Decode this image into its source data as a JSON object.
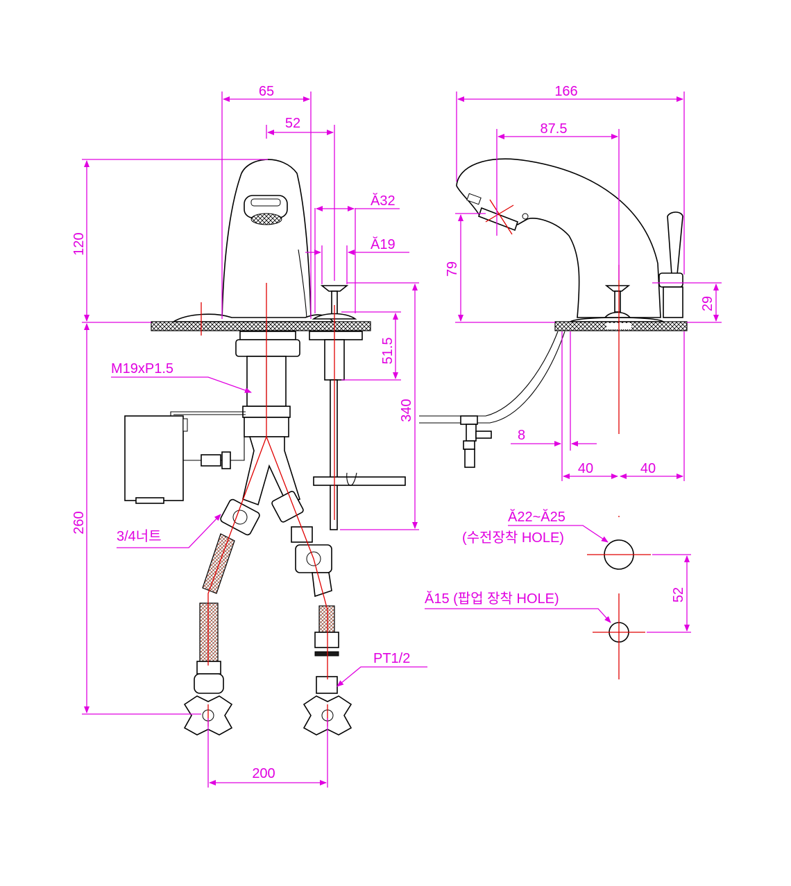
{
  "dimensions": {
    "front_width": "65",
    "front_spout_offset": "52",
    "front_height": "120",
    "popup_rod_dia": "Ă32",
    "popup_knob_dia": "Ă19",
    "shank_length": "51.5",
    "popup_length": "340",
    "below_deck_length": "260",
    "hose_spacing": "200",
    "side_reach": "166",
    "side_spout_reach": "87.5",
    "side_spout_height": "79",
    "lever_height": "29",
    "hose_offset": "8",
    "side_left_40": "40",
    "side_right_40": "40",
    "hole_spacing": "52"
  },
  "labels": {
    "thread": "M19xP1.5",
    "nut": "3/4너트",
    "pipe_thread": "PT1/2",
    "faucet_hole_line1": "Ă22~Ă25",
    "faucet_hole_line2": "(수전장착 HOLE)",
    "popup_hole": "Ă15 (팝업 장착 HOLE)"
  },
  "colors": {
    "dimension": "#e000e0",
    "centerline": "#e00000",
    "outline": "#000000"
  }
}
